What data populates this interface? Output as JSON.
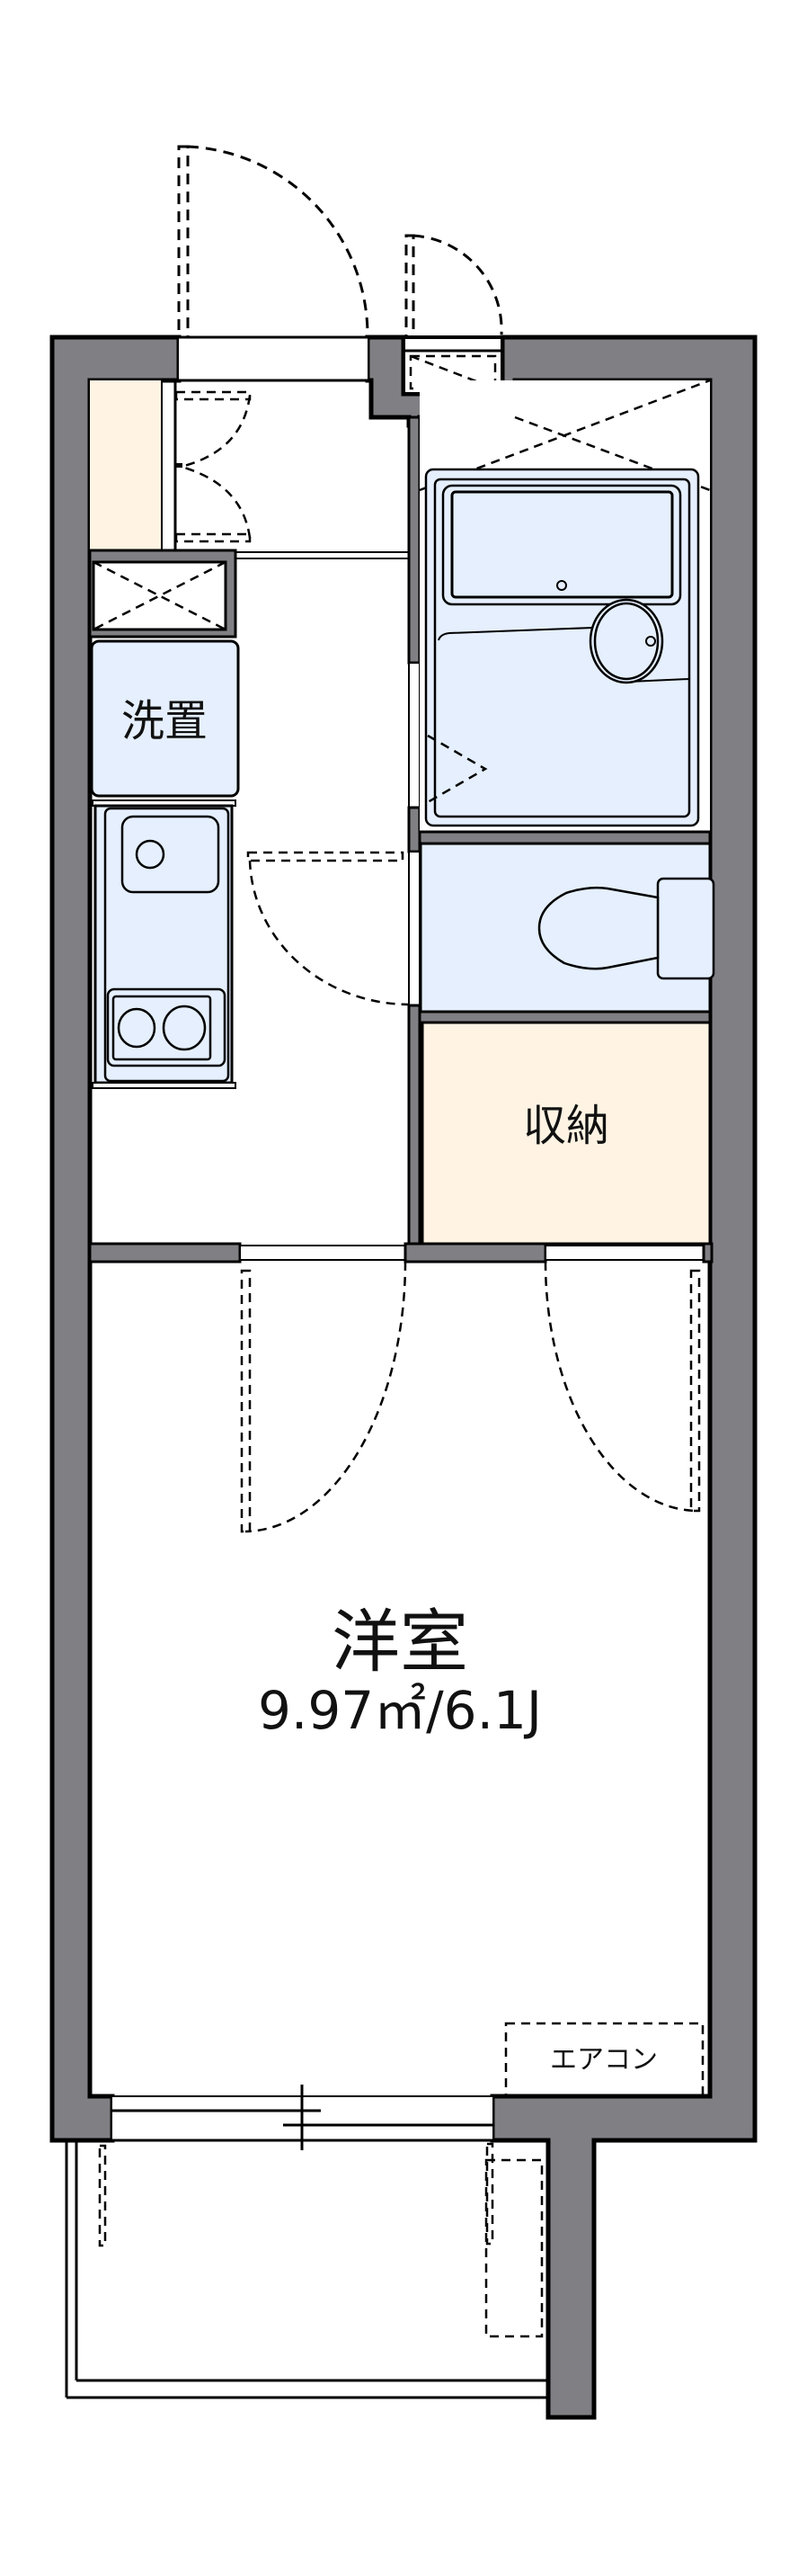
{
  "floor_plan": {
    "rooms": {
      "western_room": {
        "label": "洋室",
        "area": "9.97㎡/6.1J"
      },
      "storage": {
        "label": "収納"
      },
      "laundry": {
        "label": "洗置"
      },
      "air_conditioner": {
        "label": "エアコン"
      }
    },
    "fixtures": [
      "unit-bath",
      "toilet",
      "kitchen-sink",
      "two-burner-stove",
      "shoe-cabinet",
      "pipe-shaft",
      "meter-box",
      "outdoor-unit"
    ],
    "colors": {
      "wall": "#807f84",
      "wet_area": "#e5effd",
      "storage": "#fff4e3",
      "floor": "#ffffff",
      "line": "#000000"
    }
  }
}
